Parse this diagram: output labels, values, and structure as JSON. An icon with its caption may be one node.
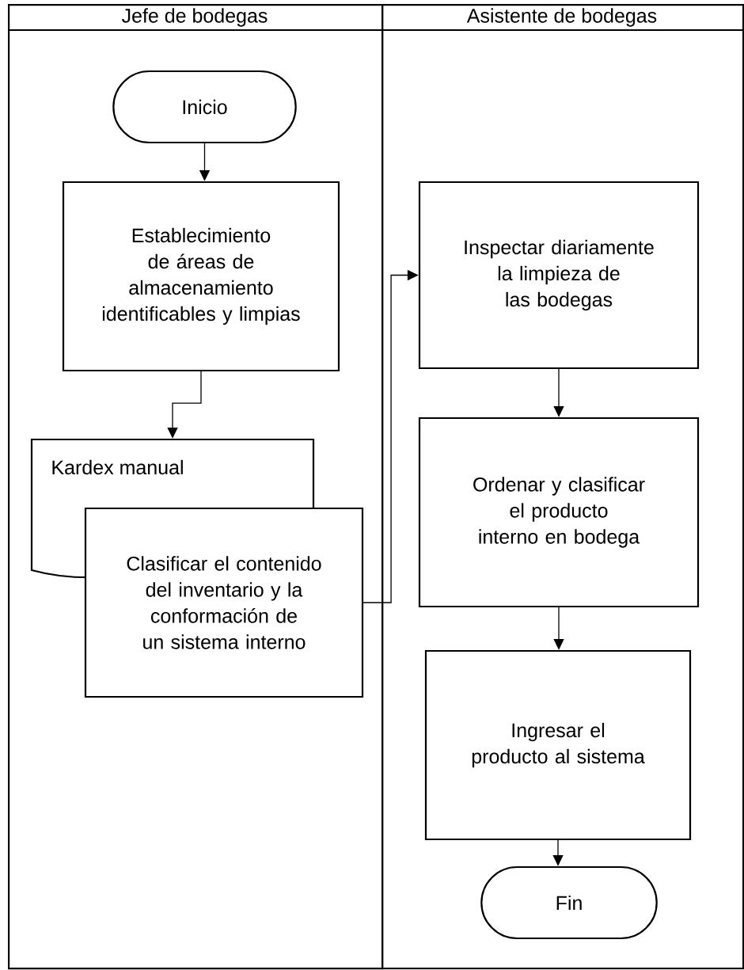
{
  "diagram": {
    "nodes": [
      {
        "text": [
          "Jefe de bodegas"
        ]
      },
      {
        "text": [
          "Asistente de bodegas"
        ]
      },
      {
        "text": [
          "Inicio"
        ],
        "in": 0
      },
      {
        "text": [
          "Establecimiento de áreas de almacenamiento identificables y limpias"
        ],
        "in": 0
      },
      {
        "text": [
          "Kardex manual"
        ],
        "in": 0
      },
      {
        "text": [
          "Clasificar el contenido del inventario y la conformación de un sistema interno"
        ],
        "in": 0
      },
      {
        "text": [
          "Inspectar diariamente la limpieza de las bodegas"
        ],
        "in": 1
      },
      {
        "text": [
          "Ordenar y clasificar el producto interno en bodega"
        ],
        "in": 1
      },
      {
        "text": [
          "Ingresar el producto al sistema"
        ],
        "in": 1
      },
      {
        "text": [
          "Fin"
        ],
        "in": 1
      }
    ],
    "edges": [
      {
        "from": 2,
        "to": 3,
        "arrow": "to"
      },
      {
        "from": 3,
        "to": 4,
        "arrow": "to"
      },
      {
        "from": 5,
        "to": 6,
        "arrow": "to"
      },
      {
        "from": 6,
        "to": 7,
        "arrow": "to"
      },
      {
        "from": 7,
        "to": 8,
        "arrow": "to"
      },
      {
        "from": 8,
        "to": 9,
        "arrow": "to"
      }
    ]
  }
}
